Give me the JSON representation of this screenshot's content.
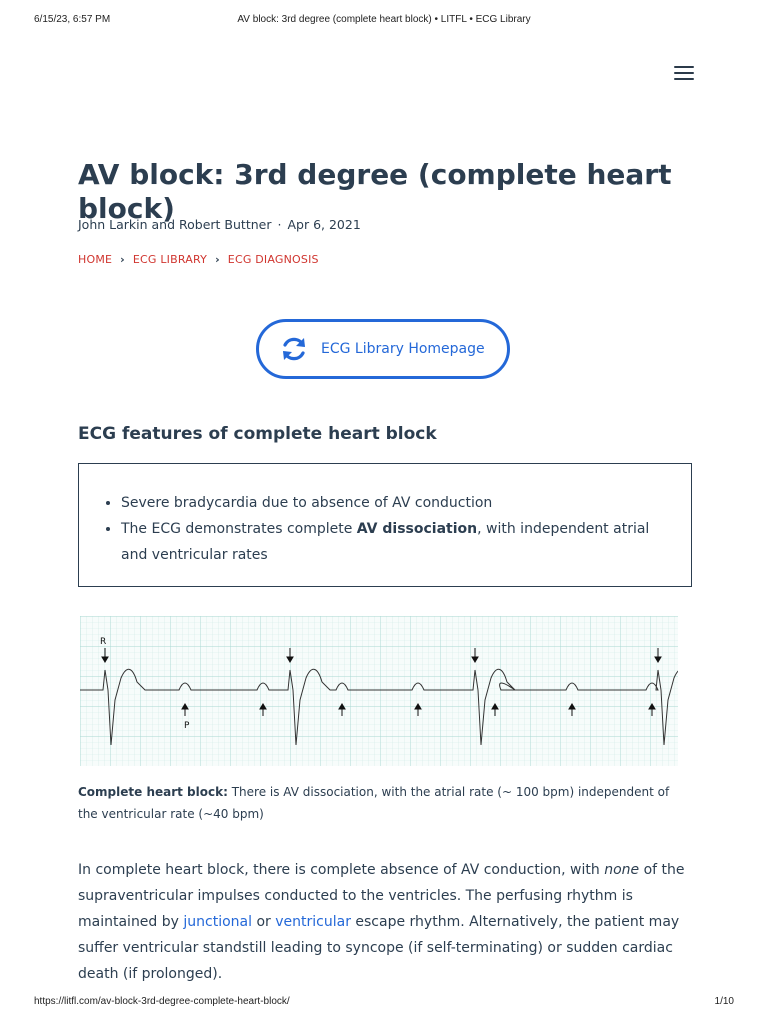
{
  "print_header": {
    "datetime": "6/15/23, 6:57 PM",
    "page_title": "AV block: 3rd degree (complete heart block) • LITFL • ECG Library"
  },
  "print_footer": {
    "url": "https://litfl.com/av-block-3rd-degree-complete-heart-block/",
    "page": "1/10"
  },
  "nav": {
    "menu_icon": "hamburger-icon"
  },
  "article": {
    "title": "AV block: 3rd degree (complete heart block)",
    "authors": "John Larkin and Robert Buttner",
    "dot": "·",
    "date": "Apr 6, 2021",
    "breadcrumb": [
      "HOME",
      "ECG LIBRARY",
      "ECG DIAGNOSIS"
    ],
    "breadcrumb_sep": "›"
  },
  "homepage_button": {
    "label": "ECG Library Homepage",
    "icon": "sync-icon"
  },
  "features": {
    "heading": "ECG features of complete heart block",
    "bullet1": "Severe bradycardia due to absence of AV conduction",
    "bullet2_pre": "The ECG demonstrates complete ",
    "bullet2_bold": "AV dissociation",
    "bullet2_post": ", with independent atrial and ventricular rates"
  },
  "ecg_figure": {
    "label_r": "R",
    "label_p": "P"
  },
  "caption": {
    "bold": "Complete heart block:",
    "text": " There is AV dissociation, with the atrial rate (~ 100 bpm) independent of the ventricular rate (~40 bpm)"
  },
  "body": {
    "t1": "In complete heart block, there is complete absence of AV conduction, with ",
    "t1_italic": "none",
    "t2": " of the supraventricular impulses conducted to the ventricles. The perfusing rhythm is maintained by ",
    "link1": "junctional",
    "t3": " or ",
    "link2": "ventricular",
    "t4": " escape rhythm. Alternatively, the patient may suffer ventricular standstill leading to syncope (if self-terminating) or sudden cardiac death (if prolonged)."
  },
  "colors": {
    "accent_blue": "#2468d8",
    "breadcrumb_red": "#d0352f",
    "text_dark": "#2c3e50",
    "ecg_grid": "#a9d8d2"
  }
}
